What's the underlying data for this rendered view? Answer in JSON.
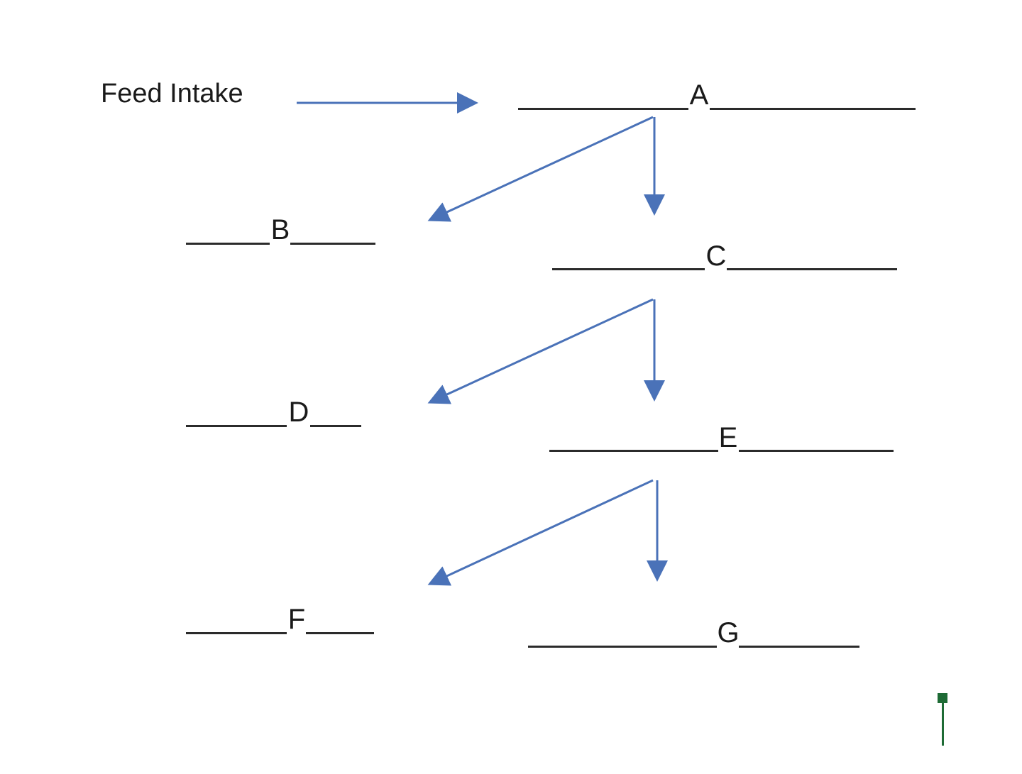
{
  "title": "Feed Intake",
  "blanks": {
    "a": "A",
    "b": "B",
    "c": "C",
    "d": "D",
    "e": "E",
    "f": "F",
    "g": "G"
  },
  "colors": {
    "arrow": "#4a72b8",
    "line": "#2b2b2b",
    "marker": "#1e6b35"
  }
}
